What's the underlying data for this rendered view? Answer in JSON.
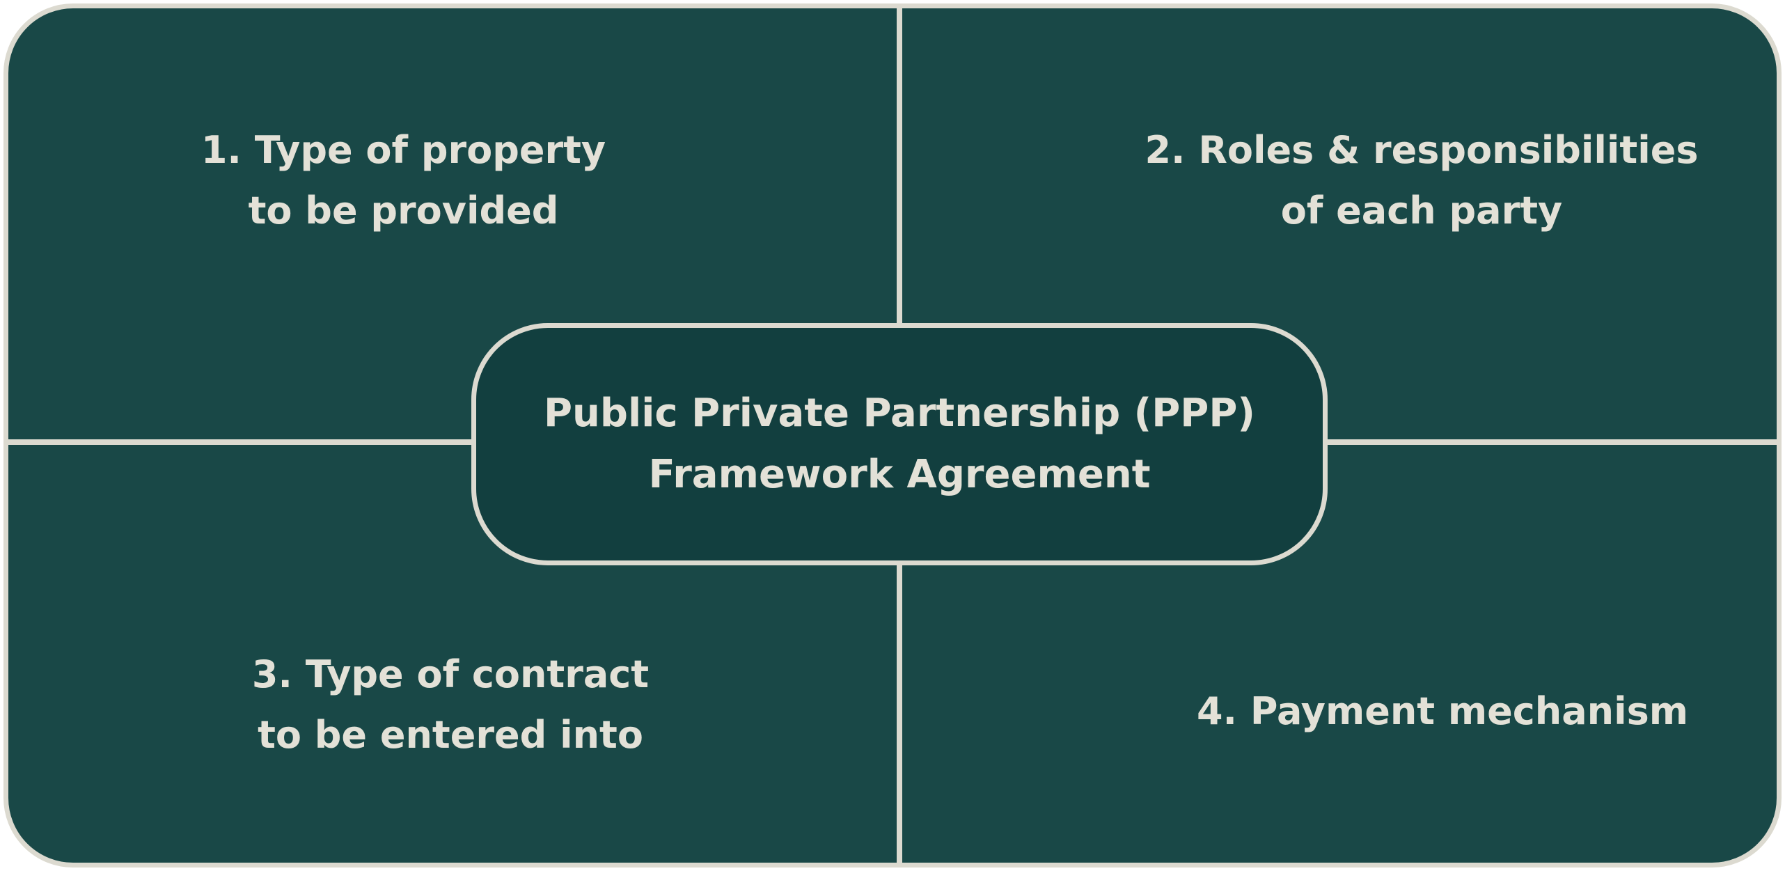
{
  "colors": {
    "background": "#194847",
    "center_fill": "#123f3f",
    "border": "#dcdad0",
    "text": "#e3e1d7"
  },
  "center": {
    "line1": "Public Private Partnership (PPP)",
    "line2": "Framework Agreement"
  },
  "quadrants": [
    {
      "line1": "1.  Type of property",
      "line2": "to be provided"
    },
    {
      "line1": "2.  Roles & responsibilities",
      "line2": "of each party"
    },
    {
      "line1": "3.  Type of contract",
      "line2": "to be entered into"
    },
    {
      "line1": "4.  Payment mechanism"
    }
  ]
}
